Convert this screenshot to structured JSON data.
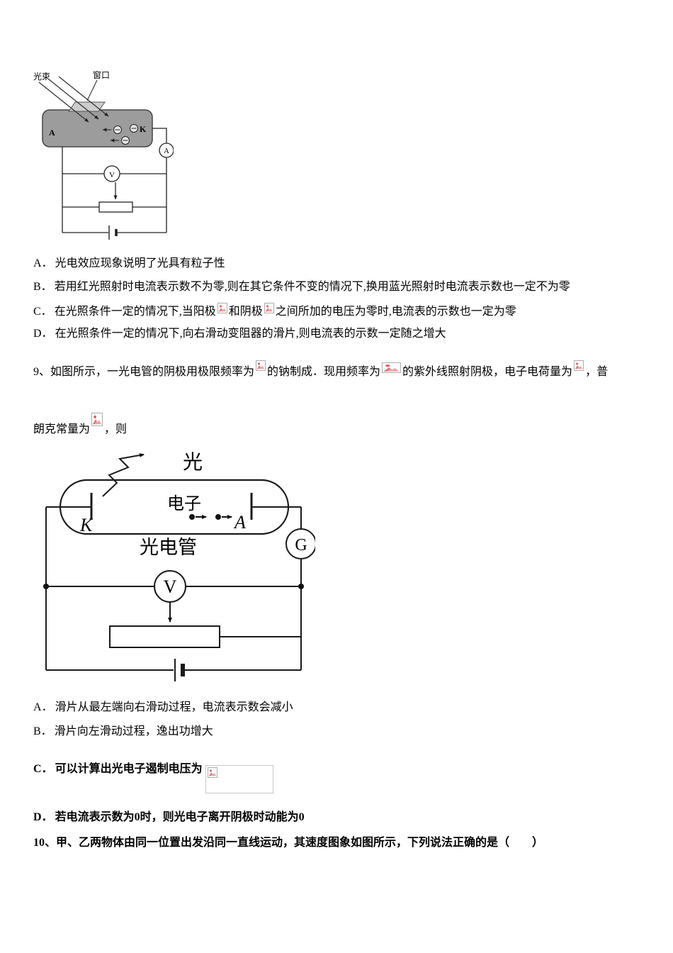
{
  "diagram1": {
    "light_beam": "光束",
    "window": "窗口",
    "electrode_a": "A",
    "electrode_k": "K",
    "ammeter": "A",
    "voltmeter": "V"
  },
  "q8": {
    "options": [
      {
        "label": "A．",
        "text": "光电效应现象说明了光具有粒子性"
      },
      {
        "label": "B．",
        "text": "若用红光照射时电流表示数不为零,则在其它条件不变的情况下,换用蓝光照射时电流表示数也一定不为零"
      },
      {
        "label": "C．",
        "text_before": "在光照条件一定的情况下,当阳极",
        "text_mid": "和阴极",
        "text_after": "之间所加的电压为零时,电流表的示数也一定为零"
      },
      {
        "label": "D．",
        "text": "在光照条件一定的情况下,向右滑动变阻器的滑片,则电流表的示数一定随之增大"
      }
    ]
  },
  "q9": {
    "number": "9、",
    "stem_part1": "如图所示，一光电管的阴极用极限频率为",
    "stem_part2": "的钠制成．现用频率为",
    "stem_part3": "的紫外线照射阴极，电子电荷量为",
    "stem_part4": "，普",
    "stem_line2_part1": "朗克常量为",
    "stem_line2_part2": "，则",
    "diagram": {
      "light": "光",
      "electron": "电子",
      "cathode": "K",
      "anode": "A",
      "tube_label": "光电管",
      "galvanometer": "G",
      "voltmeter": "V"
    },
    "options": [
      {
        "label": "A．",
        "text": "滑片从最左端向右滑动过程，电流表示数会减小"
      },
      {
        "label": "B．",
        "text": "滑片向左滑动过程，逸出功增大"
      },
      {
        "label": "C．",
        "text": "可以计算出光电子遏制电压为"
      },
      {
        "label": "D．",
        "text": "若电流表示数为0时，则光电子离开阴极时动能为0"
      }
    ]
  },
  "q10": {
    "text": "10、甲、乙两物体由同一位置出发沿同一直线运动，其速度图象如图所示，下列说法正确的是（　　）"
  }
}
